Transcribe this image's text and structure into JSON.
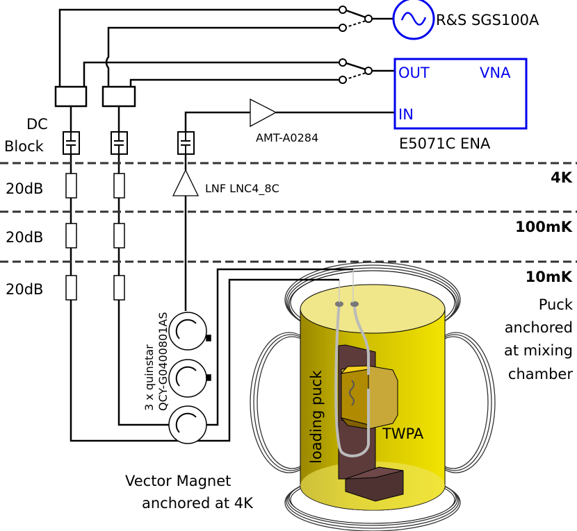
{
  "source": {
    "label": "R&S SGS100A",
    "color": "#0000ee",
    "icon": "sine-wave-icon"
  },
  "vna": {
    "out_label": "OUT",
    "title": "VNA",
    "in_label": "IN",
    "model": "E5071C ENA",
    "color": "#0000ee"
  },
  "amplifiers": {
    "room": "AMT-A0284",
    "hemt": "LNF LNC4_8C"
  },
  "dc_block_label": "DC Block",
  "dc_block_lines": [
    "DC",
    "Block"
  ],
  "stages": [
    {
      "label": "4K",
      "attenuation": "20dB"
    },
    {
      "label": "100mK",
      "attenuation": "20dB"
    },
    {
      "label": "10mK",
      "attenuation": "20dB"
    }
  ],
  "circulators": {
    "lines": [
      "3 x quinstar",
      "QCY-G0400801AS"
    ]
  },
  "puck": {
    "lines": [
      "Puck",
      "anchored",
      "at mixing",
      "chamber"
    ],
    "loading_label": "loading puck",
    "device_label": "TWPA",
    "color": "#e6d800"
  },
  "magnet": {
    "lines": [
      "Vector Magnet",
      "anchored at 4K"
    ]
  }
}
